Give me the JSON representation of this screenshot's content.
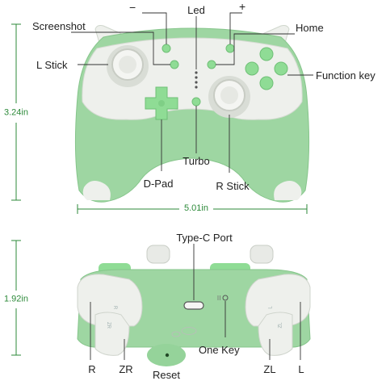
{
  "colors": {
    "body_green": "#9ed6a2",
    "body_green_dark": "#7cc483",
    "shell_white": "#eef0ec",
    "button_green": "#8fdc95",
    "dimension_line": "#2d8a3a",
    "leader_line": "#333333"
  },
  "front_labels": {
    "minus": "−",
    "plus": "+",
    "led": "Led",
    "screenshot": "Screenshot",
    "home": "Home",
    "l_stick": "L Stick",
    "function_key": "Function key",
    "turbo": "Turbo",
    "d_pad": "D-Pad",
    "r_stick": "R Stick"
  },
  "dimensions": {
    "height": "3.24in",
    "width": "5.01in",
    "depth": "1.92in"
  },
  "top_labels": {
    "type_c_port": "Type-C Port",
    "one_key": "One Key",
    "reset": "Reset",
    "r": "R",
    "zr": "ZR",
    "zl": "ZL",
    "l": "L"
  },
  "trigger_glyphs": {
    "r": "R",
    "zr": "ZR",
    "zl": "ZL",
    "l": "L"
  }
}
